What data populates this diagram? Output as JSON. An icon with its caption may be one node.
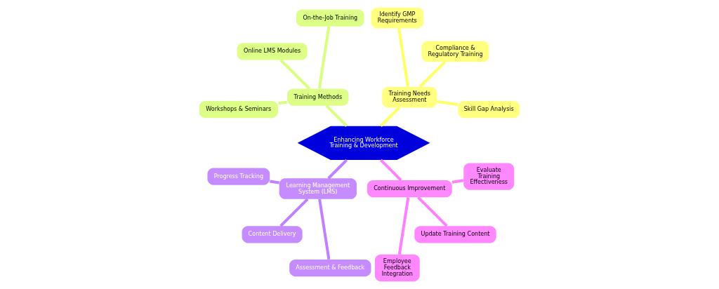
{
  "diagram": {
    "nodes": [
      {
        "text": [
          "Enhancing Workforce Training & Development"
        ]
      },
      {
        "text": [
          "Training Needs Assessment"
        ]
      },
      {
        "text": [
          "Skill Gap Analysis"
        ]
      },
      {
        "text": [
          "Compliance & Regulatory Training"
        ]
      },
      {
        "text": [
          "Identify GMP Requirements"
        ]
      },
      {
        "text": [
          "Training Methods"
        ]
      },
      {
        "text": [
          "On-the-Job Training"
        ]
      },
      {
        "text": [
          "Online LMS Modules"
        ]
      },
      {
        "text": [
          "Workshops & Seminars"
        ]
      },
      {
        "text": [
          "Learning Management System (LMS)"
        ]
      },
      {
        "text": [
          "Progress Tracking"
        ]
      },
      {
        "text": [
          "Content Delivery"
        ]
      },
      {
        "text": [
          "Assessment & Feedback"
        ]
      },
      {
        "text": [
          "Continuous Improvement"
        ]
      },
      {
        "text": [
          "Employee Feedback Integration"
        ]
      },
      {
        "text": [
          "Update Training Content"
        ]
      },
      {
        "text": [
          "Evaluate Training Effectiveness"
        ]
      }
    ],
    "edges": [
      {
        "from": 0,
        "to": 1,
        "arrow": "none",
        "color": "#ffff66"
      },
      {
        "from": 1,
        "to": 2,
        "arrow": "none",
        "color": "#ffff66"
      },
      {
        "from": 1,
        "to": 3,
        "arrow": "none",
        "color": "#ffff66"
      },
      {
        "from": 1,
        "to": 4,
        "arrow": "none",
        "color": "#ffff66"
      },
      {
        "from": 0,
        "to": 5,
        "arrow": "none",
        "color": "#d9ff80"
      },
      {
        "from": 5,
        "to": 6,
        "arrow": "none",
        "color": "#d9ff80"
      },
      {
        "from": 5,
        "to": 7,
        "arrow": "none",
        "color": "#d9ff80"
      },
      {
        "from": 5,
        "to": 8,
        "arrow": "none",
        "color": "#d9ff80"
      },
      {
        "from": 0,
        "to": 9,
        "arrow": "none",
        "color": "#c080ff"
      },
      {
        "from": 9,
        "to": 10,
        "arrow": "none",
        "color": "#c080ff"
      },
      {
        "from": 9,
        "to": 11,
        "arrow": "none",
        "color": "#c080ff"
      },
      {
        "from": 9,
        "to": 12,
        "arrow": "none",
        "color": "#c080ff"
      },
      {
        "from": 0,
        "to": 13,
        "arrow": "none",
        "color": "#ff80ff"
      },
      {
        "from": 13,
        "to": 14,
        "arrow": "none",
        "color": "#ff80ff"
      },
      {
        "from": 13,
        "to": 15,
        "arrow": "none",
        "color": "#ff80ff"
      },
      {
        "from": 13,
        "to": 16,
        "arrow": "none",
        "color": "#ff80ff"
      }
    ]
  }
}
